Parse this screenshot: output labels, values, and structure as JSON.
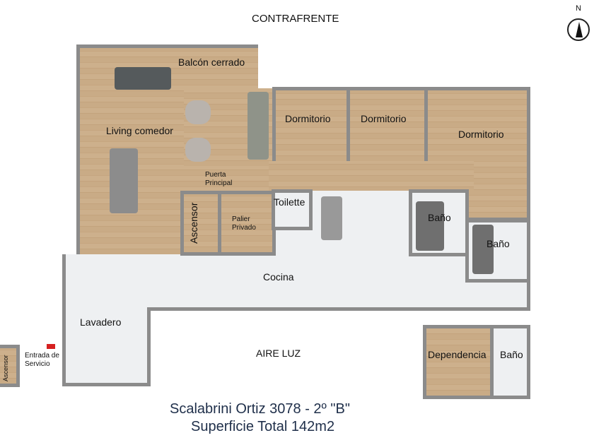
{
  "orientation": {
    "label": "N"
  },
  "labels": {
    "contrafrente": "CONTRAFRENTE",
    "balcon": "Balcón cerrado",
    "living": "Living comedor",
    "dorm1": "Dormitorio",
    "dorm2": "Dormitorio",
    "dorm3": "Dormitorio",
    "puerta": "Puerta Principal",
    "ascensor": "Ascensor",
    "palier": "Palier Privado",
    "toilette": "Toilette",
    "bano1": "Baño",
    "bano2": "Baño",
    "cocina": "Cocina",
    "lavadero": "Lavadero",
    "entrada": "Entrada de Servicio",
    "ascensor_servicio": "Ascensor",
    "aire_luz": "AIRE LUZ",
    "dependencia": "Dependencia",
    "bano3": "Baño"
  },
  "footer": {
    "address": "Scalabrini Ortiz 3078 - 2º \"B\"",
    "area": "Superficie Total 142m2"
  },
  "colors": {
    "wood": "#c9ab86",
    "tile": "#eef0f2",
    "wall": "#8b8b8b"
  }
}
